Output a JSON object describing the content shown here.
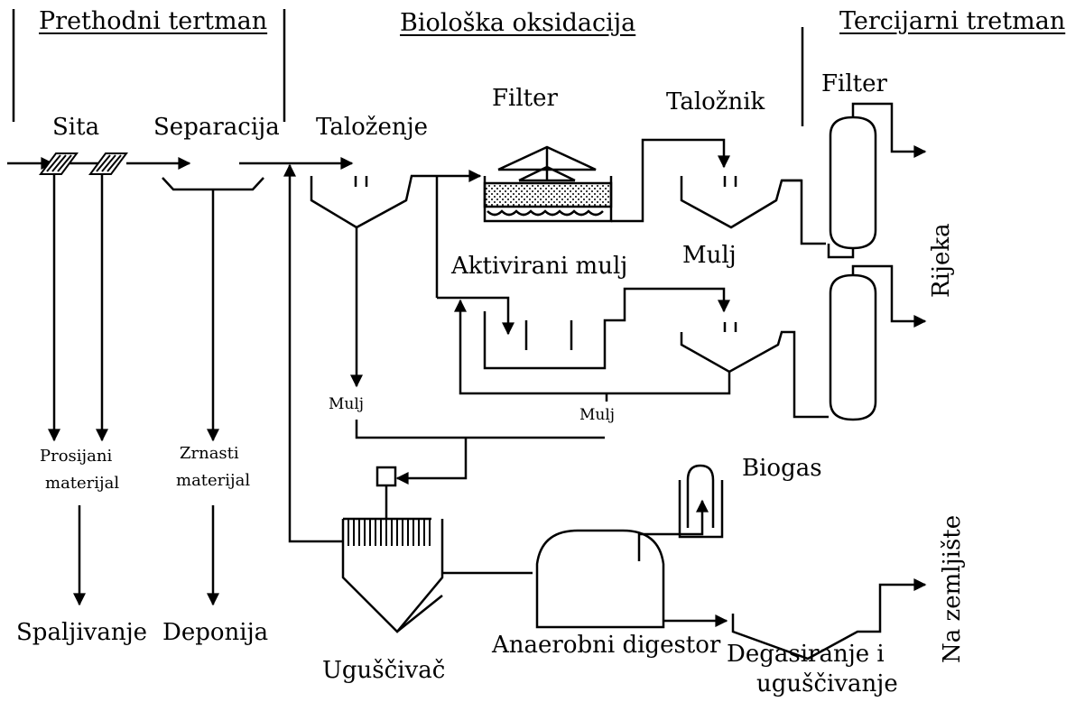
{
  "sections": {
    "pretreatment": "Prethodni tertman",
    "biological": "Biološka oksidacija",
    "tertiary": "Tercijarni tretman"
  },
  "labels": {
    "screens": "Sita",
    "separation": "Separacija",
    "settling": "Taloženje",
    "filter_bio": "Filter",
    "settler": "Taložnik",
    "filter_tertiary": "Filter",
    "activated_sludge": "Aktivirani mulj",
    "sludge_upper": "Mulj",
    "river": "Rijeka",
    "sludge_left": "Mulj",
    "sludge_mid": "Mulj",
    "screened_material_1": "Prosijani",
    "screened_material_2": "materijal",
    "grit_material_1": "Zrnasti",
    "grit_material_2": "materijal",
    "biogas": "Biogas",
    "to_land": "Na zemljište",
    "incineration": "Spaljivanje",
    "landfill": "Deponija",
    "thickener": "Uguščivač",
    "anaerobic_digester": "Anaerobni digestor",
    "degassing_1": "Degasiranje i",
    "degassing_2": "uguščivanje"
  }
}
